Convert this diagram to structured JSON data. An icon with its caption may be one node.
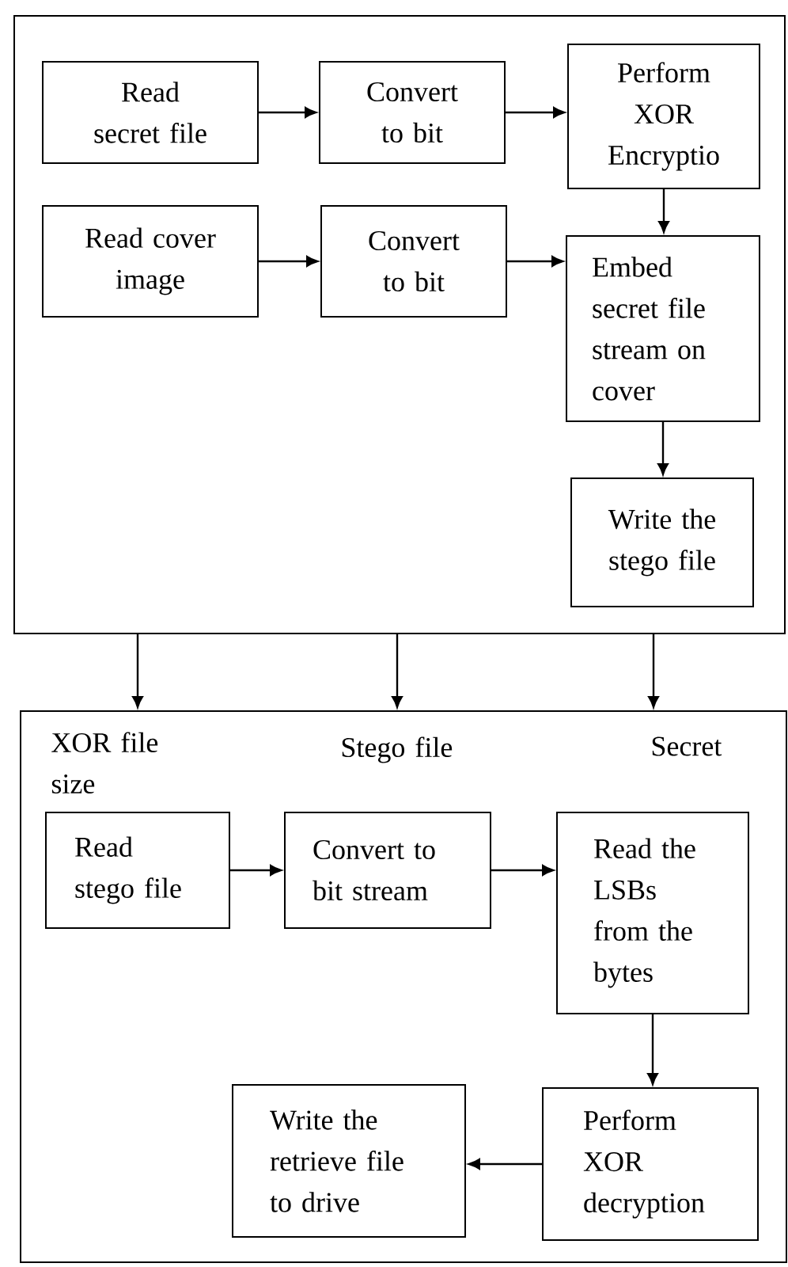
{
  "diagram": {
    "nodes": [
      {
        "text": [],
        "shape": "box"
      },
      {
        "text": [
          "Read secret file"
        ],
        "in": 0
      },
      {
        "text": [
          "Convert to bit"
        ],
        "in": 0
      },
      {
        "text": [
          "Perform XOR Encryptio"
        ],
        "in": 0
      },
      {
        "text": [
          "Read cover image"
        ],
        "in": 0
      },
      {
        "text": [
          "Convert to bit"
        ],
        "in": 0
      },
      {
        "text": [
          "Embed secret file stream on cover"
        ],
        "in": 0
      },
      {
        "text": [
          "Write the stego file"
        ],
        "in": 0
      },
      {
        "text": [],
        "shape": "box"
      },
      {
        "text": [
          "Read stego file"
        ],
        "in": 8
      },
      {
        "text": [
          "Convert to bit stream"
        ],
        "in": 8
      },
      {
        "text": [
          "Read the LSBs from the bytes"
        ],
        "in": 8
      },
      {
        "text": [
          "Perform XOR decryption"
        ],
        "in": 8
      },
      {
        "text": [
          "Write the retrieve file to drive"
        ],
        "in": 8
      }
    ],
    "edges": [
      {
        "from": 1,
        "to": 2,
        "arrow": "to"
      },
      {
        "from": 2,
        "to": 3,
        "arrow": "to"
      },
      {
        "from": 4,
        "to": 5,
        "arrow": "to"
      },
      {
        "from": 5,
        "to": 6,
        "arrow": "to"
      },
      {
        "from": 3,
        "to": 6,
        "arrow": "to"
      },
      {
        "from": 6,
        "to": 7,
        "arrow": "to"
      },
      {
        "from": 0,
        "to": 8,
        "arrow": "to",
        "label": "XOR file size"
      },
      {
        "from": 0,
        "to": 8,
        "arrow": "to",
        "label": "Stego file"
      },
      {
        "from": 0,
        "to": 8,
        "arrow": "to",
        "label": "Secret"
      },
      {
        "from": 9,
        "to": 10,
        "arrow": "to"
      },
      {
        "from": 10,
        "to": 11,
        "arrow": "to"
      },
      {
        "from": 11,
        "to": 12,
        "arrow": "to"
      },
      {
        "from": 12,
        "to": 13,
        "arrow": "to"
      }
    ]
  }
}
